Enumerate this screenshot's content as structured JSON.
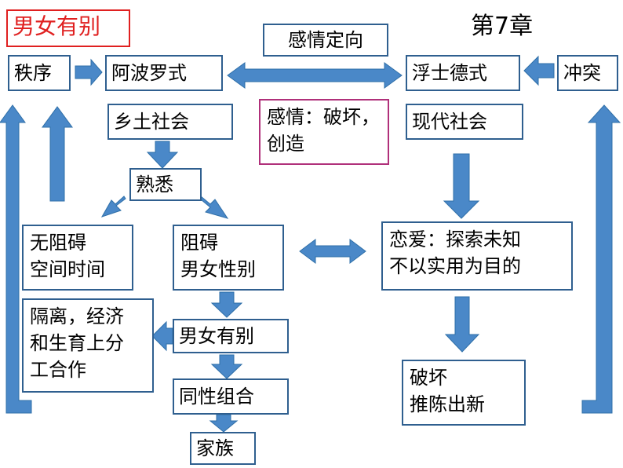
{
  "title": "男女有别",
  "chapter": "第7章",
  "nodes": {
    "emotion_orientation": "感情定向",
    "order": "秩序",
    "apollonian": "阿波罗式",
    "faustian": "浮士德式",
    "conflict": "冲突",
    "rural_society": "乡土社会",
    "emotion_effect": "感情：破坏，创造",
    "modern_society": "现代社会",
    "familiarity": "熟悉",
    "no_barrier_line1": "无阻碍",
    "no_barrier_line2": "空间时间",
    "barrier_line1": "阻碍",
    "barrier_line2": "男女性别",
    "love_line1": "恋爱：探索未知",
    "love_line2": "不以实用为目的",
    "separation_line1": "隔离，经济",
    "separation_line2": "和生育上分",
    "separation_line3": "工合作",
    "gender_distinction": "男女有别",
    "destroy_line1": "破坏",
    "destroy_line2": "推陈出新",
    "same_sex_group": "同性组合",
    "family": "家族"
  },
  "colors": {
    "arrow": "#4a88c8",
    "box_border": "#2f5f8f",
    "title": "#e02020",
    "highlight_border": "#b0307a"
  }
}
